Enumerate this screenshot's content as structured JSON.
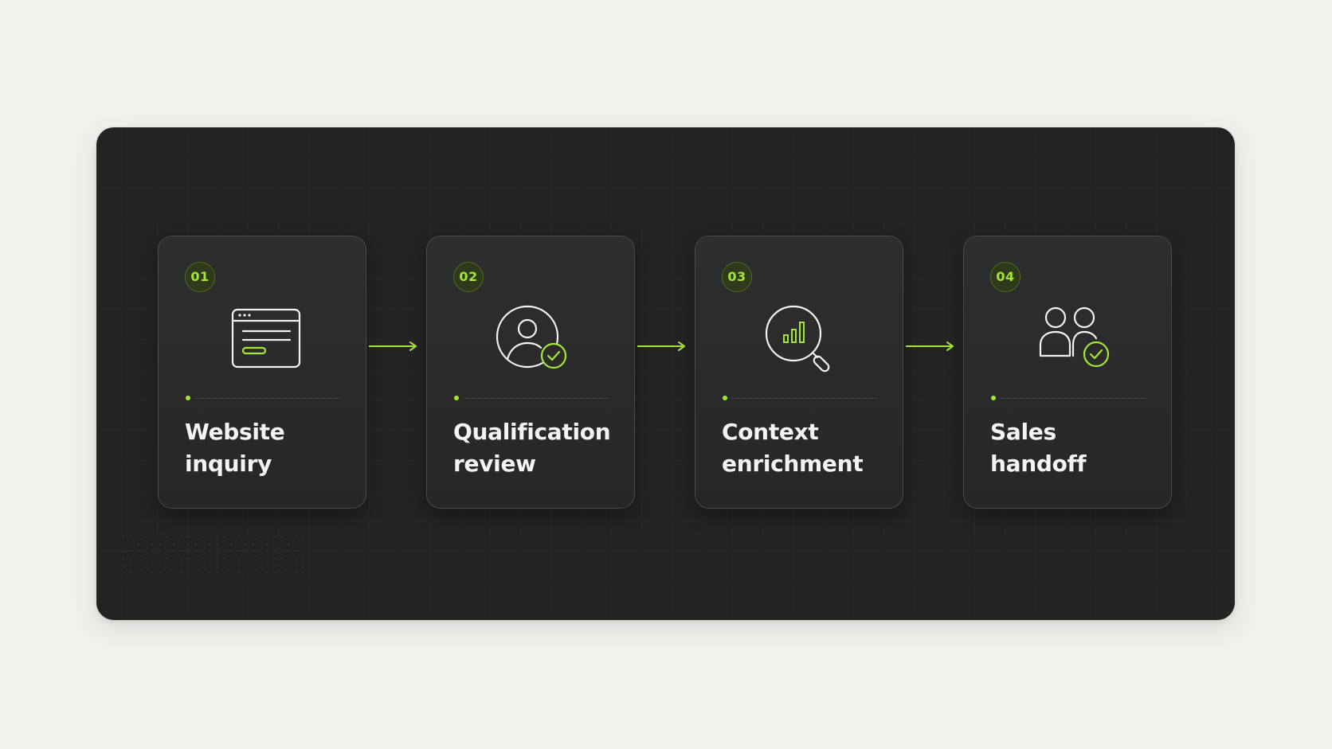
{
  "colors": {
    "page_background": "#f2f0ec",
    "panel_background": "#232323",
    "card_background": "#2b2b2b",
    "accent": "#a3e635",
    "text": "#f4f4f4"
  },
  "steps": [
    {
      "number": "01",
      "title_line1": "Website",
      "title_line2": "inquiry",
      "icon": "browser-window-icon"
    },
    {
      "number": "02",
      "title_line1": "Qualification",
      "title_line2": "review",
      "icon": "user-check-icon"
    },
    {
      "number": "03",
      "title_line1": "Context",
      "title_line2": "enrichment",
      "icon": "search-analytics-icon"
    },
    {
      "number": "04",
      "title_line1": "Sales",
      "title_line2": "handoff",
      "icon": "team-check-icon"
    }
  ],
  "connectors": [
    "arrow-right-icon",
    "arrow-right-icon",
    "arrow-right-icon"
  ]
}
